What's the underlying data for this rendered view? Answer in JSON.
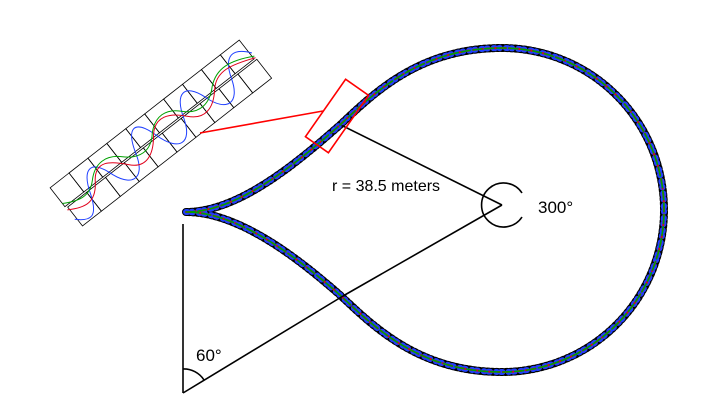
{
  "labels": {
    "radius": "r = 38.5 meters",
    "large_angle": "300°",
    "small_angle": "60°"
  },
  "colors": {
    "background": "#ffffff",
    "lines": "#000000",
    "highlight": "#ff0000",
    "trace_red": "#e0001b",
    "trace_green": "#00a000",
    "trace_blue": "#1f3fff"
  }
}
